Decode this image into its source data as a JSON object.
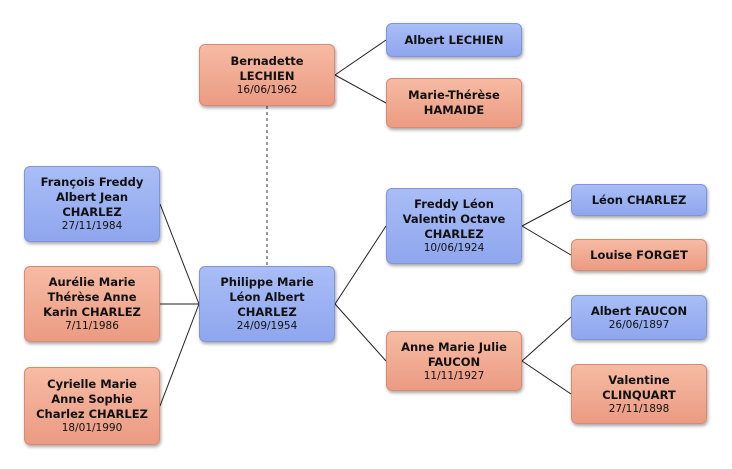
{
  "people": {
    "bernadette": {
      "name_lines": [
        "Bernadette",
        "LECHIEN"
      ],
      "date": "16/06/1962"
    },
    "albert_lechien": {
      "name_lines": [
        "Albert LECHIEN"
      ],
      "date": ""
    },
    "marie_therese": {
      "name_lines": [
        "Marie-Thérèse",
        "HAMAIDE"
      ],
      "date": ""
    },
    "francois": {
      "name_lines": [
        "François Freddy",
        "Albert Jean",
        "CHARLEZ"
      ],
      "date": "27/11/1984"
    },
    "aurelie": {
      "name_lines": [
        "Aurélie Marie",
        "Thérèse Anne",
        "Karin CHARLEZ"
      ],
      "date": "7/11/1986"
    },
    "cyrielle": {
      "name_lines": [
        "Cyrielle Marie",
        "Anne Sophie",
        "Charlez CHARLEZ"
      ],
      "date": "18/01/1990"
    },
    "philippe": {
      "name_lines": [
        "Philippe Marie",
        "Léon Albert",
        "CHARLEZ"
      ],
      "date": "24/09/1954"
    },
    "freddy": {
      "name_lines": [
        "Freddy Léon",
        "Valentin Octave",
        "CHARLEZ"
      ],
      "date": "10/06/1924"
    },
    "anne": {
      "name_lines": [
        "Anne Marie Julie",
        "FAUCON"
      ],
      "date": "11/11/1927"
    },
    "leon": {
      "name_lines": [
        "Léon CHARLEZ"
      ],
      "date": ""
    },
    "louise": {
      "name_lines": [
        "Louise FORGET"
      ],
      "date": ""
    },
    "albert_faucon": {
      "name_lines": [
        "Albert FAUCON"
      ],
      "date": "26/06/1897"
    },
    "valentine": {
      "name_lines": [
        "Valentine",
        "CLINQUART"
      ],
      "date": "27/11/1898"
    }
  },
  "colors": {
    "male": "#9bb1f3",
    "female": "#f1a98f",
    "line": "#222222"
  }
}
